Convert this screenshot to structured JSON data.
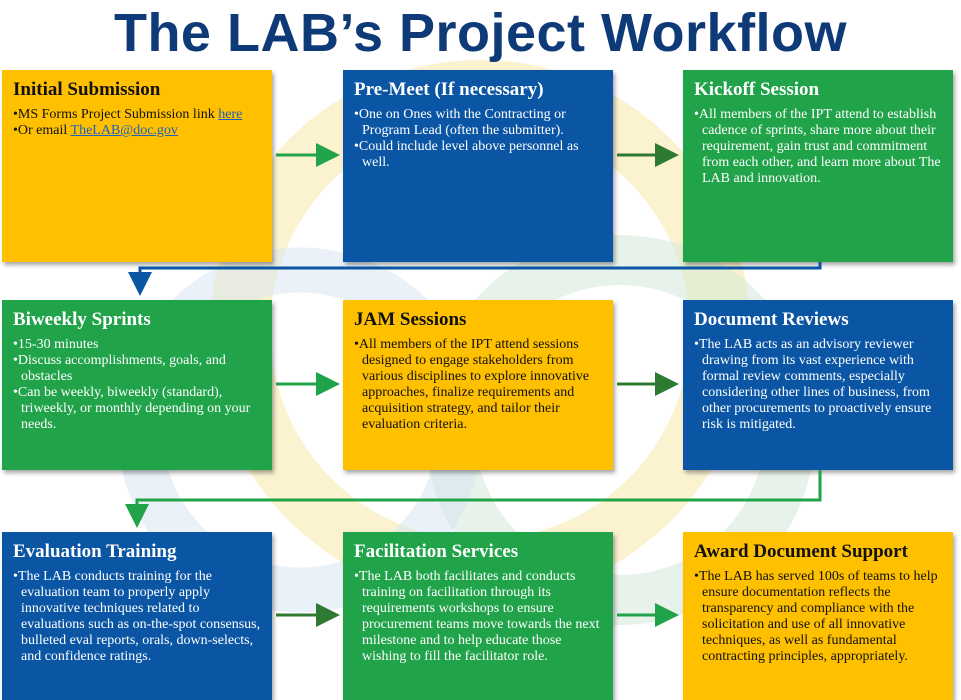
{
  "title": "The LAB’s Project Workflow",
  "colors": {
    "title": "#0e3a78",
    "yellow": "#ffc000",
    "blue": "#0b56a4",
    "green": "#21a34a"
  },
  "steps": [
    {
      "title": "Initial Submission",
      "color": "yellow",
      "bullets": [
        {
          "text": "MS Forms Project Submission link ",
          "link": "here"
        },
        {
          "text": "Or email ",
          "link": "TheLAB@doc.gov"
        }
      ]
    },
    {
      "title": "Pre-Meet (If necessary)",
      "color": "blue",
      "bullets": [
        {
          "text": "One on Ones with the Contracting or Program Lead (often the submitter)."
        },
        {
          "text": "Could include level above personnel as well."
        }
      ]
    },
    {
      "title": "Kickoff Session",
      "color": "green",
      "bullets": [
        {
          "text": "All members of the IPT attend to establish cadence of sprints, share more about their requirement, gain trust and commitment from each other, and learn more about The LAB and innovation."
        }
      ]
    },
    {
      "title": "Biweekly Sprints",
      "color": "green",
      "bullets": [
        {
          "text": "15-30 minutes"
        },
        {
          "text": "Discuss accomplishments, goals, and obstacles"
        },
        {
          "text": "Can be weekly, biweekly (standard), triweekly, or monthly depending on your needs."
        }
      ]
    },
    {
      "title": "JAM Sessions",
      "color": "yellow",
      "bullets": [
        {
          "text": "All members of the IPT attend sessions designed to engage stakeholders from various disciplines to explore innovative approaches, finalize requirements and acquisition strategy, and tailor their evaluation criteria."
        }
      ]
    },
    {
      "title": "Document Reviews",
      "color": "blue",
      "bullets": [
        {
          "text": "The LAB acts as an advisory reviewer drawing from its vast experience with formal review comments, especially considering other lines of business, from other procurements to proactively ensure risk is mitigated."
        }
      ]
    },
    {
      "title": "Evaluation Training",
      "color": "blue",
      "bullets": [
        {
          "text": "The LAB conducts training for the evaluation team to properly apply innovative techniques related to evaluations such as on-the-spot consensus, bulleted eval reports, orals, down-selects, and confidence ratings."
        }
      ]
    },
    {
      "title": "Facilitation Services",
      "color": "green",
      "bullets": [
        {
          "text": "The LAB both facilitates and conducts training on facilitation through its requirements workshops to ensure procurement teams move towards the next milestone and to help educate those wishing to fill the facilitator role."
        }
      ]
    },
    {
      "title": "Award Document Support",
      "color": "yellow",
      "bullets": [
        {
          "text": "The LAB has served 100s of teams to help ensure documentation reflects the transparency and compliance with the solicitation and use of all innovative techniques, as well as fundamental contracting principles, appropriately."
        }
      ]
    }
  ]
}
